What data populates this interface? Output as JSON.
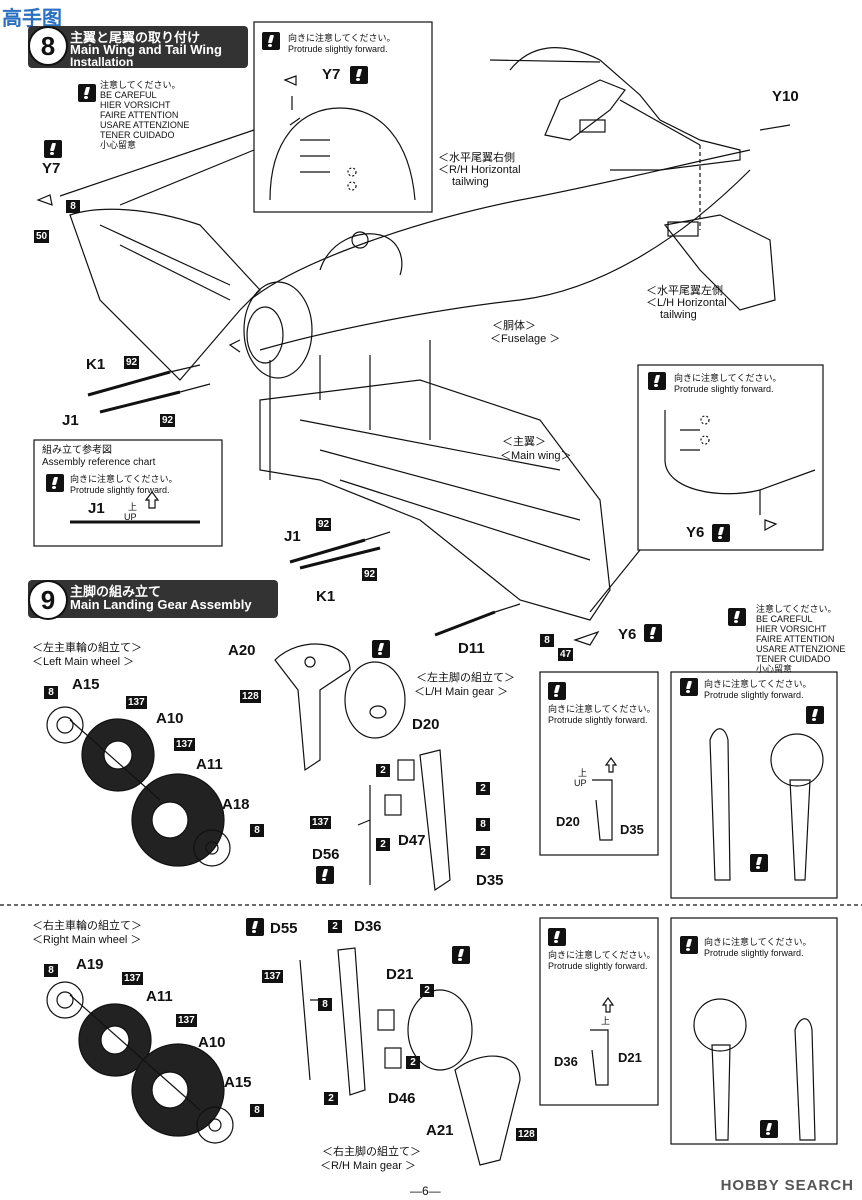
{
  "watermark_top": "高手图",
  "watermark_bottom": "HOBBY SEARCH",
  "page_number": "—6—",
  "section8": {
    "number": "8",
    "title_ja": "主翼と尾翼の取り付け",
    "title_en_1": "Main Wing and Tail Wing",
    "title_en_2": "Installation"
  },
  "section9": {
    "number": "9",
    "title_ja": "主脚の組み立て",
    "title_en": "Main Landing Gear Assembly"
  },
  "caution": [
    "注意してください。",
    "BE CAREFUL",
    "HIER VORSICHT",
    "FAIRE ATTENTION",
    "USARE ATTENZIONE",
    "TENER CUIDADO",
    "小心留意"
  ],
  "protrude_ja": "向きに注意してください。",
  "protrude_en": "Protrude slightly forward.",
  "labels": {
    "rh_tail_ja": "＜水平尾翼右側",
    "rh_tail_en1": "＜R/H Horizontal",
    "rh_tail_en2": "tailwing",
    "lh_tail_ja": "＜水平尾翼左側",
    "lh_tail_en1": "＜L/H Horizontal",
    "lh_tail_en2": "tailwing",
    "fuselage_ja": "＜胴体＞",
    "fuselage_en": "＜Fuselage ＞",
    "mainwing_ja": "＜主翼＞",
    "mainwing_en": "＜Main wing＞",
    "ref_ja": "組み立て参考図",
    "ref_en": "Assembly reference chart",
    "up_ja": "上",
    "up_en": "UP",
    "left_wheel_ja": "＜左主車輪の組立て＞",
    "left_wheel_en": "＜Left Main wheel ＞",
    "lh_gear_ja": "＜左主脚の組立て＞",
    "lh_gear_en": "＜L/H Main gear ＞",
    "right_wheel_ja": "＜右主車輪の組立て＞",
    "right_wheel_en": "＜Right Main wheel ＞",
    "rh_gear_ja": "＜右主脚の組立て＞",
    "rh_gear_en": "＜R/H Main gear ＞"
  },
  "parts": {
    "Y7": "Y7",
    "Y10": "Y10",
    "Y6": "Y6",
    "K1": "K1",
    "J1": "J1",
    "D11": "D11",
    "A20": "A20",
    "A15": "A15",
    "A10": "A10",
    "A11": "A11",
    "A18": "A18",
    "D20": "D20",
    "D47": "D47",
    "D56": "D56",
    "D35": "D35",
    "A19": "A19",
    "D55": "D55",
    "D36": "D36",
    "D21": "D21",
    "D46": "D46",
    "A21": "A21"
  },
  "tags": {
    "t8": "8",
    "t50": "50",
    "t92": "92",
    "t47": "47",
    "t137": "137",
    "t128": "128",
    "t2": "2"
  }
}
